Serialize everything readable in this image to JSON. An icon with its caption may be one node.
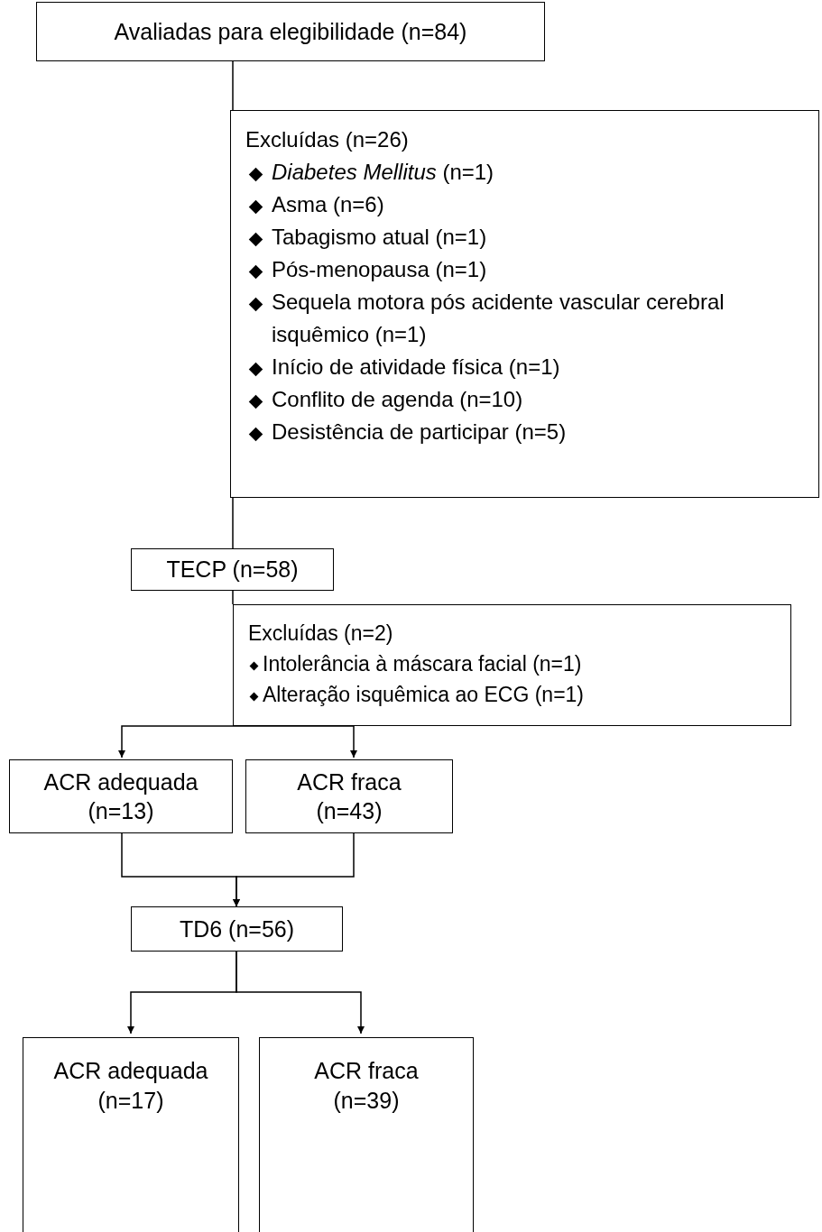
{
  "diagram": {
    "nodes": [
      {
        "text": [
          "Avaliadas para elegibilidade (n=84)"
        ]
      },
      {
        "text": [
          "Excluídas (n=26)",
          "*Diabetes Mellitus* (n=1)",
          "Asma (n=6)",
          "Tabagismo atual (n=1)",
          "Pós-menopausa (n=1)",
          "Sequela motora pós acidente vascular cerebral isquêmico (n=1)",
          "Início de atividade física (n=1)",
          "Conflito de agenda (n=10)",
          "Desistência de participar (n=5)"
        ]
      },
      {
        "text": [
          "TECP (n=58)"
        ]
      },
      {
        "text": [
          "Excluídas (n=2)",
          "Intolerância à máscara facial (n=1)",
          "Alteração isquêmica ao ECG (n=1)"
        ]
      },
      {
        "text": [
          "ACR adequada (n=13)"
        ]
      },
      {
        "text": [
          "ACR fraca (n=43)"
        ]
      },
      {
        "text": [
          "TD6 (n=56)"
        ]
      },
      {
        "text": [
          "ACR adequada (n=17)"
        ]
      },
      {
        "text": [
          "ACR fraca (n=39)"
        ]
      }
    ],
    "edges": [
      {
        "from": 0,
        "to": 1,
        "arrow": "none"
      },
      {
        "from": 1,
        "to": 2,
        "arrow": "none"
      },
      {
        "from": 2,
        "to": 3,
        "arrow": "none"
      },
      {
        "from": 3,
        "to": 4,
        "arrow": "to"
      },
      {
        "from": 3,
        "to": 5,
        "arrow": "to"
      },
      {
        "from": 4,
        "to": 6,
        "arrow": "to"
      },
      {
        "from": 5,
        "to": 6,
        "arrow": "to"
      },
      {
        "from": 6,
        "to": 7,
        "arrow": "to"
      },
      {
        "from": 6,
        "to": 8,
        "arrow": "to"
      }
    ]
  }
}
